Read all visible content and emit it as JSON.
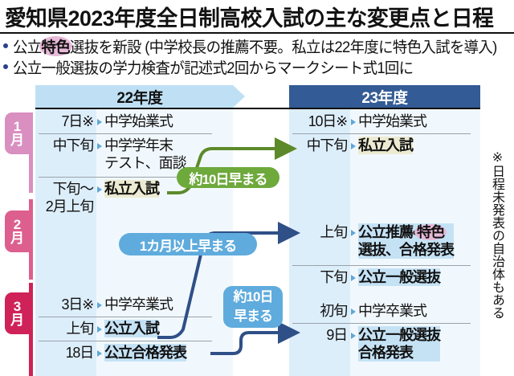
{
  "title": "愛知県2023年度全日制高校入試の主な変更点と日程",
  "bullets": [
    {
      "pre": "公立",
      "highlight": "特色",
      "post": "選抜を新設 (中学校長の推薦不要。私立は22年度に特色入試を導入)"
    },
    {
      "pre": "公立一般選抜の学力検査が記述式2回からマークシート式1回に",
      "highlight": "",
      "post": ""
    }
  ],
  "headers": {
    "left": "22年度",
    "right": "23年度",
    "left_color": "#bfe0f4",
    "right_color": "#335b95"
  },
  "months": [
    {
      "num": "1",
      "unit": "月",
      "color": "#d98fc0"
    },
    {
      "num": "2",
      "unit": "月",
      "color": "#dd5f8e"
    },
    {
      "num": "3",
      "unit": "月",
      "color": "#cf2258"
    }
  ],
  "left_rows": [
    {
      "date": "7日※",
      "event": "中学始業式"
    },
    {
      "date": "中下旬",
      "event": "中学学年末\nテスト、面談"
    },
    {
      "date": "下旬〜\n2月上旬",
      "event": "私立入試"
    },
    {
      "date": "3日※",
      "event": "中学卒業式"
    },
    {
      "date": "上旬",
      "event": "公立入試"
    },
    {
      "date": "18日",
      "event": "公立合格発表"
    }
  ],
  "right_rows": [
    {
      "date": "10日※",
      "event": "中学始業式"
    },
    {
      "date": "中下旬",
      "event": "私立入試"
    },
    {
      "date": "上旬",
      "event": "公立推薦・特色\n選抜、合格発表"
    },
    {
      "date": "下旬",
      "event": "公立一般選抜"
    },
    {
      "date": "初旬",
      "event": "中学卒業式"
    },
    {
      "date": "9日",
      "event": "公立一般選抜\n合格発表"
    }
  ],
  "callouts": {
    "green": "約10日早まる",
    "blue_wide": "1カ月以上早まる",
    "blue_small_line1": "約10日",
    "blue_small_line2": "早まる"
  },
  "footnote": "※日程未発表の自治体もある",
  "colors": {
    "green_arrow": "#5c8a2a",
    "blue_arrow": "#2f4f87",
    "private_highlight": "#ecebd2",
    "public_highlight": "#c5e2f5",
    "pink_highlight": "#e7b9d8"
  }
}
